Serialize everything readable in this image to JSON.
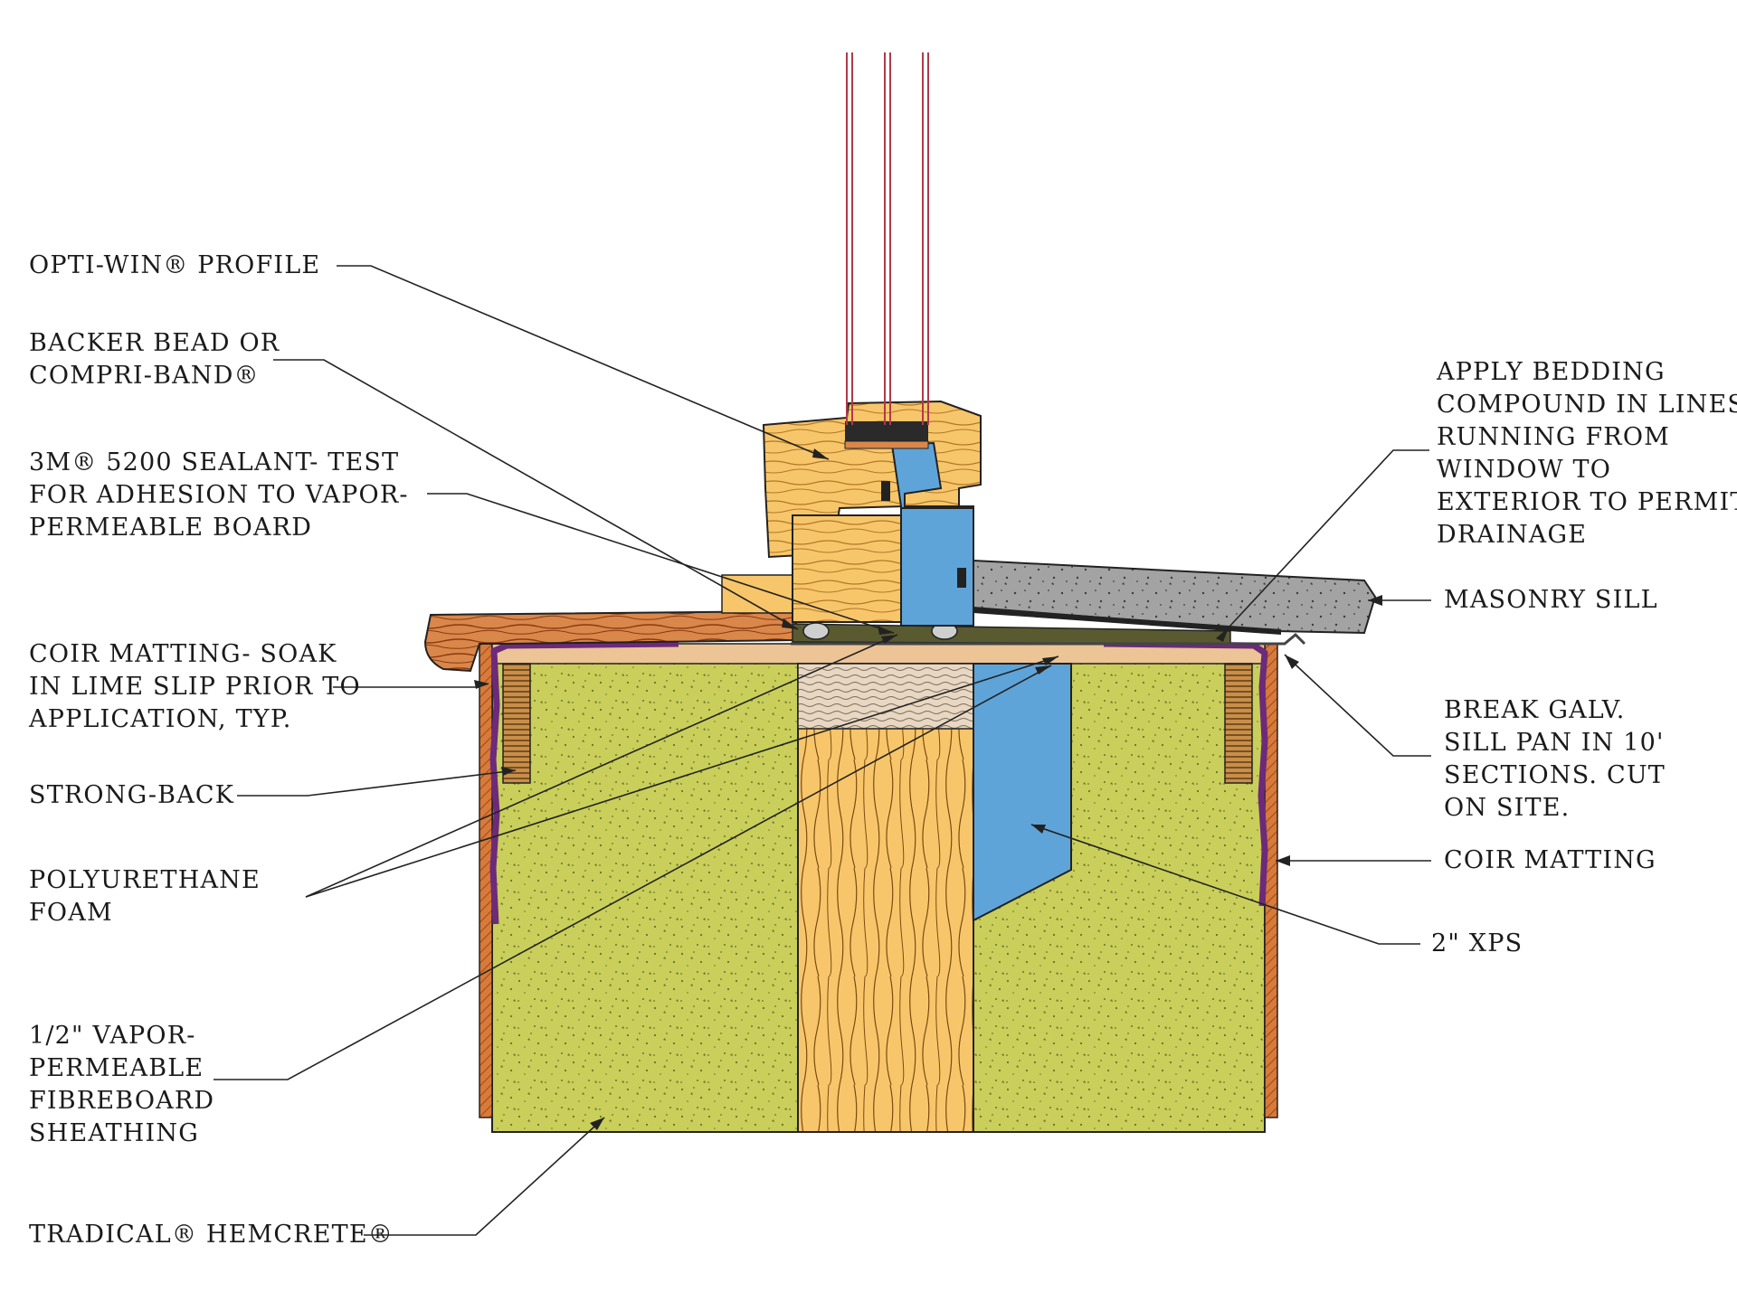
{
  "labels": {
    "opti_win": [
      "OPTI-WIN® PROFILE"
    ],
    "backer_bead": [
      "BACKER BEAD OR",
      "COMPRI-BAND®"
    ],
    "sealant": [
      "3M® 5200 SEALANT- TEST",
      "FOR ADHESION TO VAPOR-",
      "PERMEABLE BOARD"
    ],
    "coir_soak": [
      "COIR MATTING- SOAK",
      "IN LIME SLIP PRIOR TO",
      "APPLICATION, TYP."
    ],
    "strong_back": [
      "STRONG-BACK"
    ],
    "pu_foam": [
      "POLYURETHANE",
      "FOAM"
    ],
    "fibreboard": [
      "1/2\" VAPOR-",
      "PERMEABLE",
      "FIBREBOARD",
      "SHEATHING"
    ],
    "hemcrete": [
      "TRADICAL®  HEMCRETE®"
    ],
    "bedding": [
      "APPLY BEDDING",
      "COMPOUND IN LINES",
      "RUNNING FROM",
      "WINDOW TO",
      "EXTERIOR TO PERMIT",
      "DRAINAGE"
    ],
    "masonry_sill": [
      "MASONRY SILL"
    ],
    "sill_pan": [
      "BREAK GALV.",
      "SILL PAN IN 10'",
      "SECTIONS. CUT",
      "ON SITE."
    ],
    "coir_matting": [
      "COIR MATTING"
    ],
    "xps": [
      "2\" XPS"
    ]
  },
  "colors": {
    "hemcrete": "#c9cf5a",
    "timber": "#f8c66a",
    "xps_blue": "#5fa4d8",
    "coir": "#6d2a7a",
    "concrete": "#9c9c9c",
    "stool": "#d9874a",
    "sheathing": "#ecc496",
    "glass_line": "#b03a4a"
  }
}
